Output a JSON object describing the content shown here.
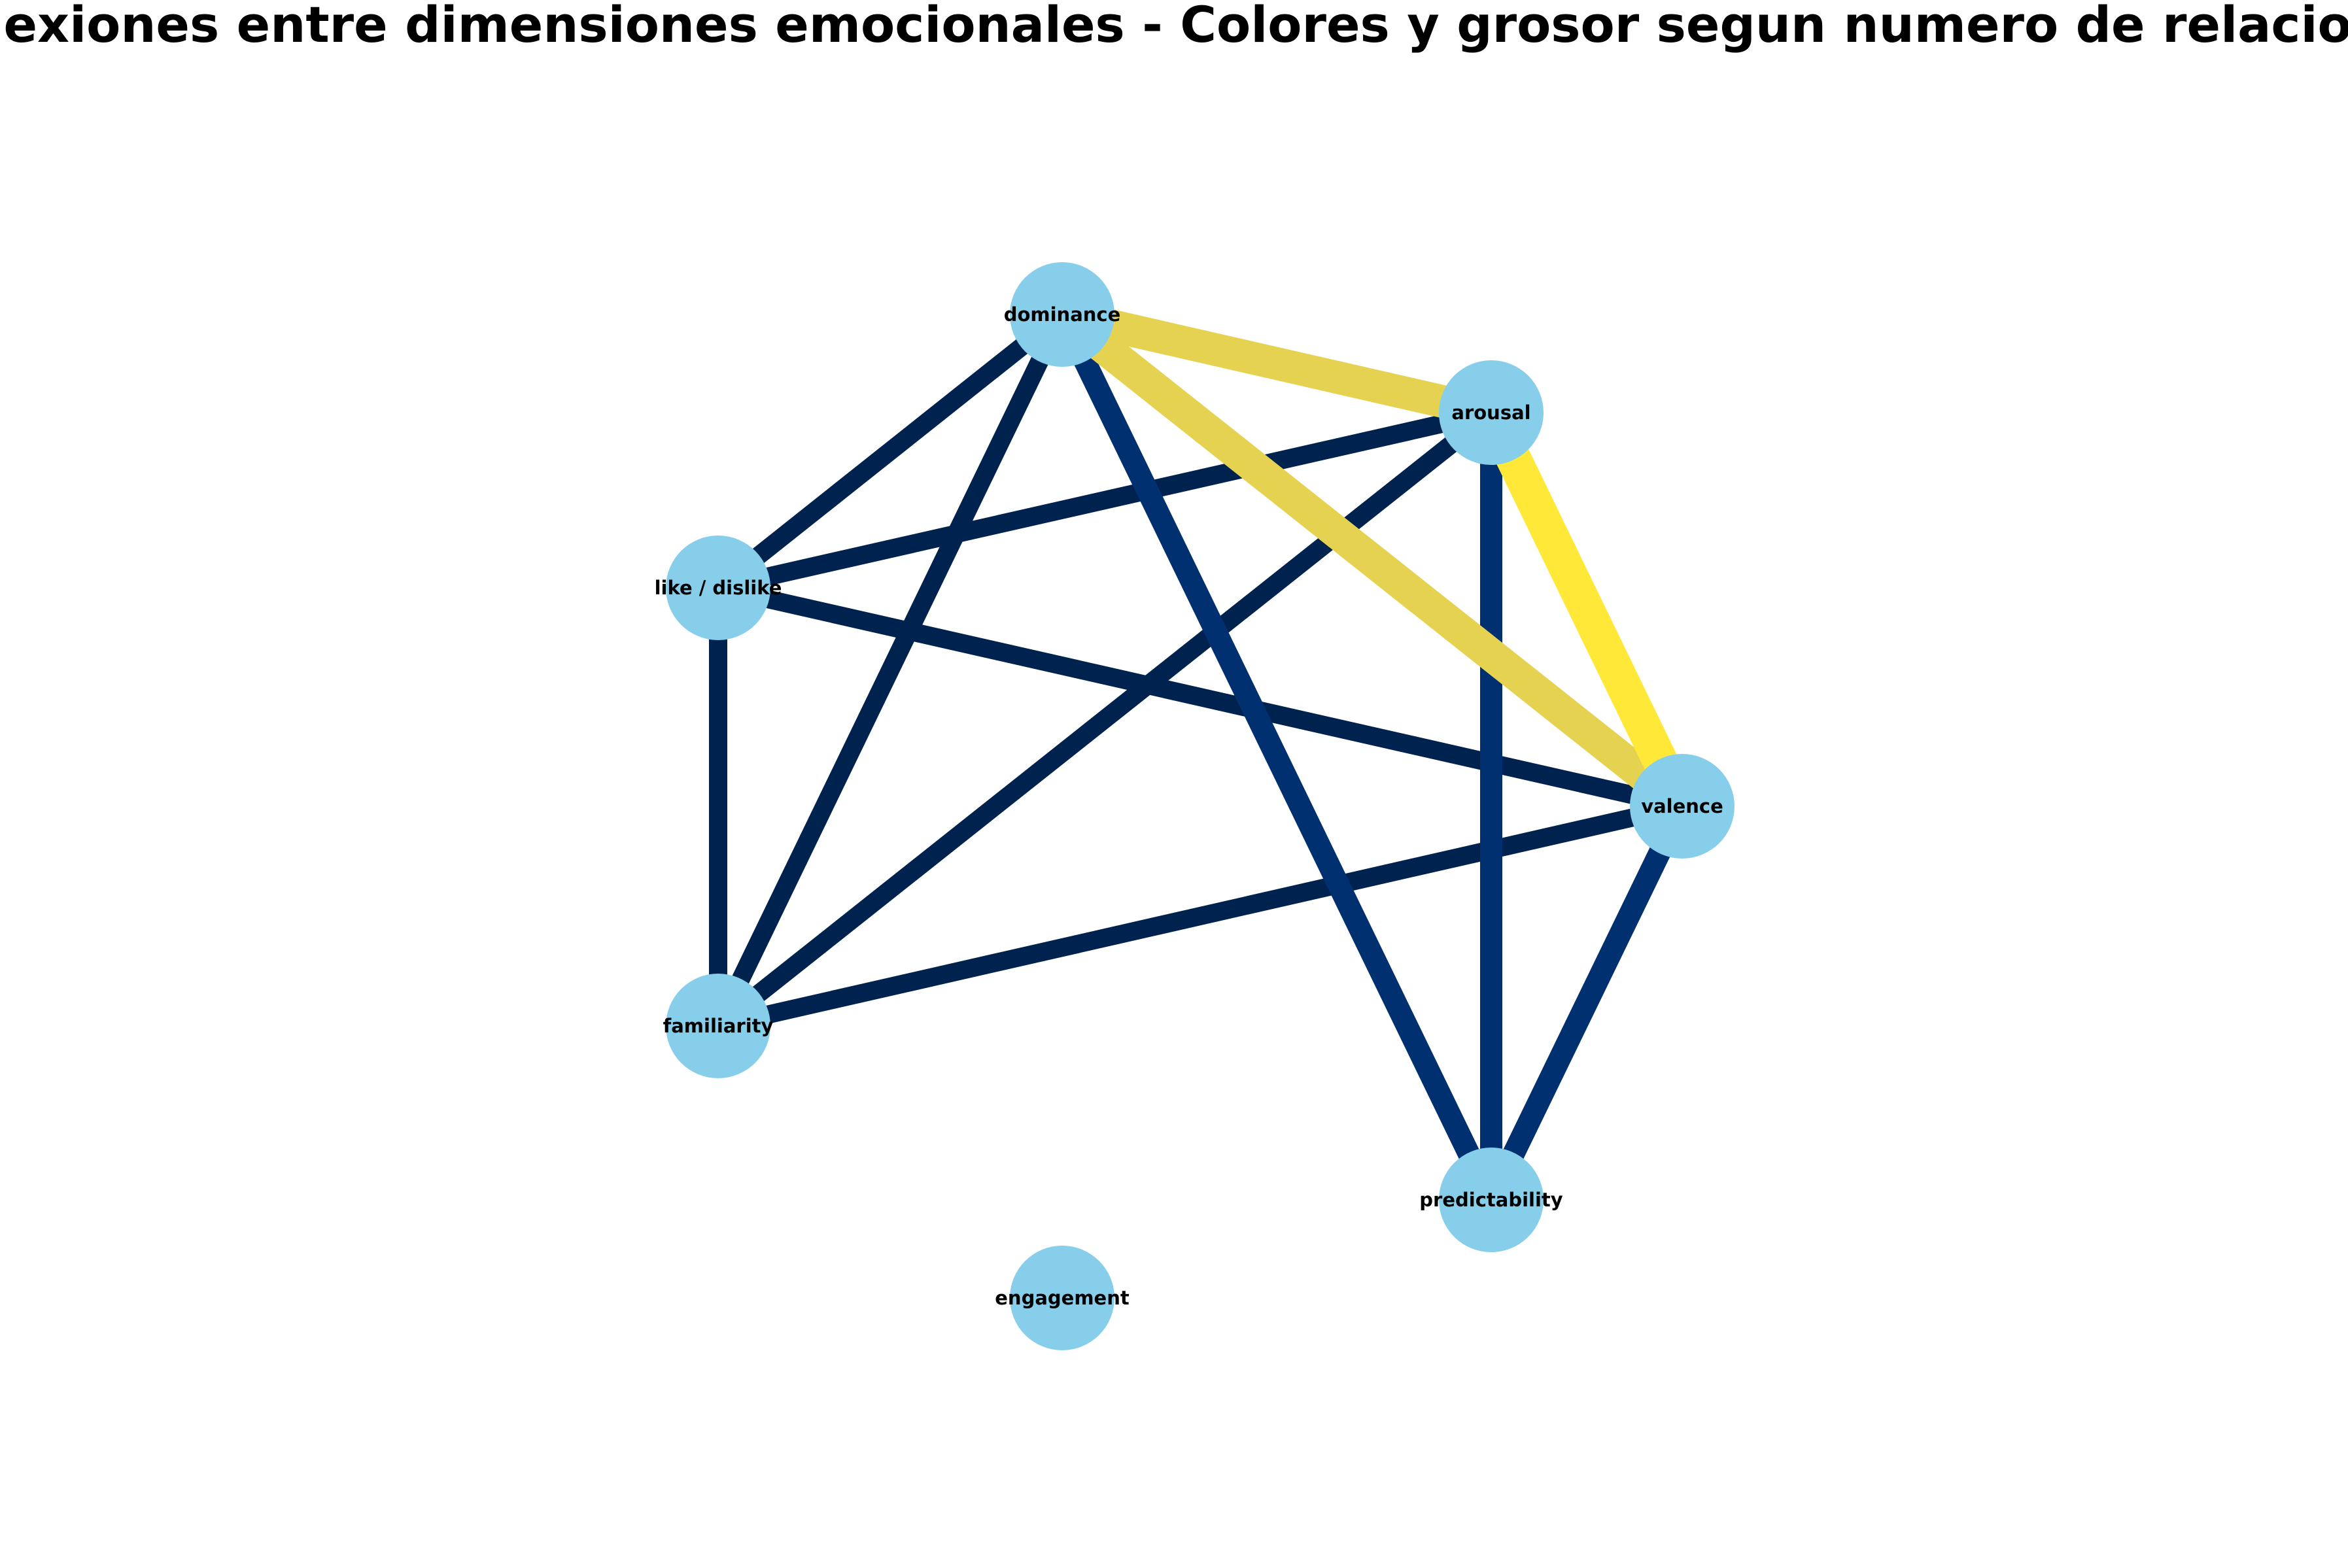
{
  "title": "Conexiones entre dimensiones emocionales - Colores y grosor segun numero de relaciones",
  "node_color": "#87CEEB",
  "nodes": [
    {
      "id": "dominance",
      "label": "dominance"
    },
    {
      "id": "arousal",
      "label": "arousal"
    },
    {
      "id": "like_dislike",
      "label": "like / dislike"
    },
    {
      "id": "valence",
      "label": "valence"
    },
    {
      "id": "familiarity",
      "label": "familiarity"
    },
    {
      "id": "predictability",
      "label": "predictability"
    },
    {
      "id": "engagement",
      "label": "engagement"
    }
  ],
  "edges": [
    {
      "source": "dominance",
      "target": "like_dislike",
      "relations": 1,
      "color": "#00224E"
    },
    {
      "source": "dominance",
      "target": "familiarity",
      "relations": 1,
      "color": "#00224E"
    },
    {
      "source": "arousal",
      "target": "like_dislike",
      "relations": 1,
      "color": "#00224E"
    },
    {
      "source": "arousal",
      "target": "familiarity",
      "relations": 1,
      "color": "#00224E"
    },
    {
      "source": "like_dislike",
      "target": "familiarity",
      "relations": 1,
      "color": "#00224E"
    },
    {
      "source": "like_dislike",
      "target": "valence",
      "relations": 1,
      "color": "#00224E"
    },
    {
      "source": "familiarity",
      "target": "valence",
      "relations": 1,
      "color": "#00224E"
    },
    {
      "source": "dominance",
      "target": "predictability",
      "relations": 2,
      "color": "#003070"
    },
    {
      "source": "arousal",
      "target": "predictability",
      "relations": 2,
      "color": "#003070"
    },
    {
      "source": "valence",
      "target": "predictability",
      "relations": 2,
      "color": "#003070"
    },
    {
      "source": "dominance",
      "target": "arousal",
      "relations": 5,
      "color": "#E5D250"
    },
    {
      "source": "dominance",
      "target": "valence",
      "relations": 5,
      "color": "#E5D250"
    },
    {
      "source": "arousal",
      "target": "valence",
      "relations": 6,
      "color": "#FFE838"
    }
  ]
}
